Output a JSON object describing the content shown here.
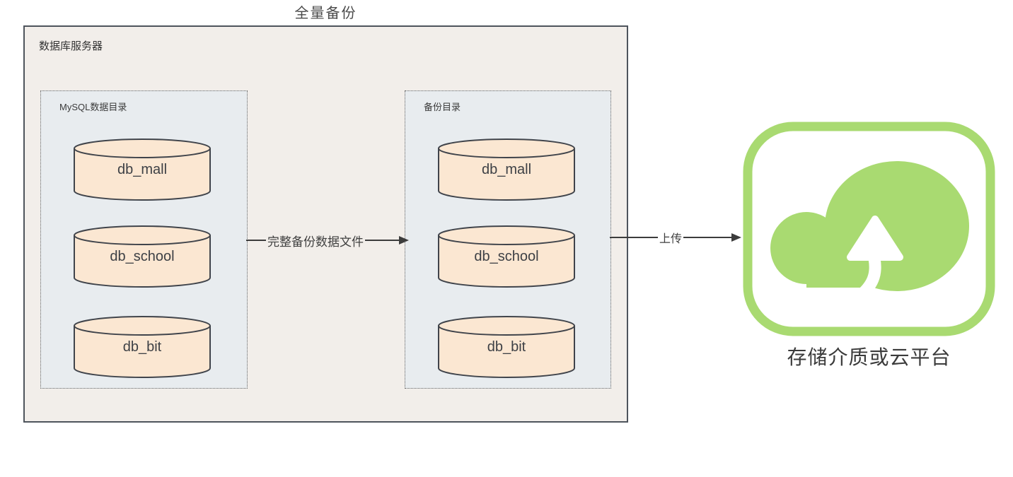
{
  "title": "全量备份",
  "server_box": {
    "label": "数据库服务器",
    "data_dir": {
      "label": "MySQL数据目录",
      "databases": [
        "db_mall",
        "db_school",
        "db_bit"
      ]
    },
    "backup_dir": {
      "label": "备份目录",
      "databases": [
        "db_mall",
        "db_school",
        "db_bit"
      ]
    }
  },
  "arrows": {
    "backup_label": "完整备份数据文件",
    "upload_label": "上传"
  },
  "cloud": {
    "label": "存储介质或云平台"
  },
  "colors": {
    "server_box_fill": "#f2eeea",
    "server_box_border": "#4e545c",
    "dir_box_fill": "#e8ecef",
    "dir_box_border": "#636363",
    "cylinder_fill": "#fbe7d2",
    "cylinder_stroke": "#40444b",
    "arrow": "#3c3c3c",
    "cloud_green": "#a9da71",
    "text": "#3b3b3b"
  }
}
